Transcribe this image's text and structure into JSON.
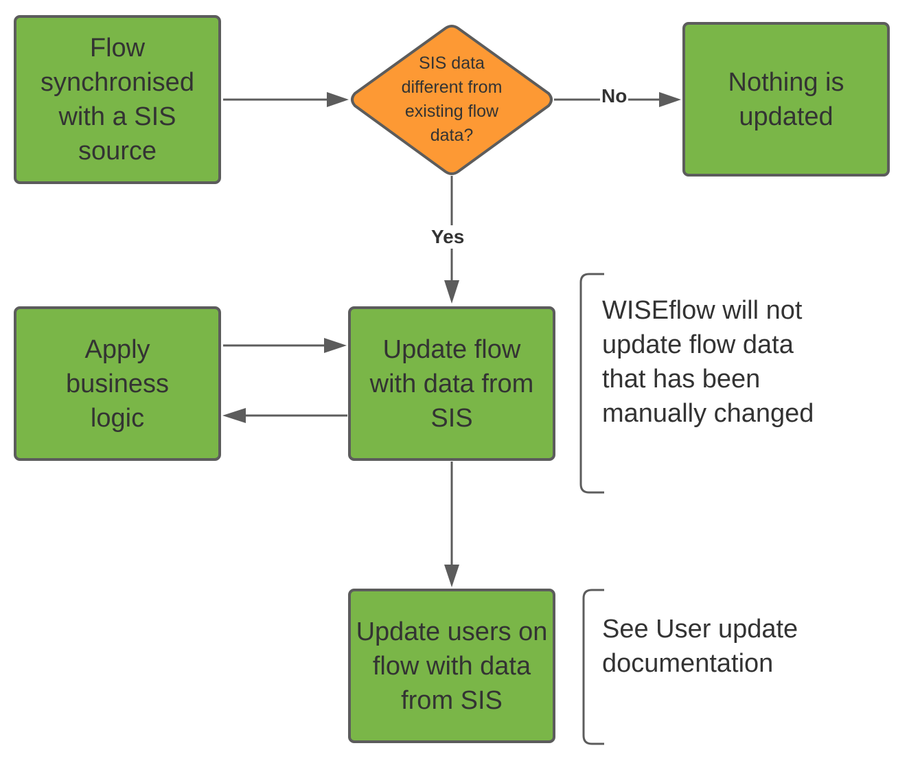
{
  "colors": {
    "process_fill": "#7ab648",
    "decision_fill": "#fd9934",
    "stroke": "#5c5c5c",
    "text": "#333333",
    "background": "#ffffff"
  },
  "nodes": {
    "flow_sync": {
      "text": "Flow synchronised with a SIS source"
    },
    "decision": {
      "text": "SIS data different from existing flow data?"
    },
    "nothing_updated": {
      "text": "Nothing is updated"
    },
    "apply_logic": {
      "text": "Apply business logic"
    },
    "update_flow": {
      "text": "Update flow with data from SIS"
    },
    "update_users": {
      "text": "Update users on flow with data from SIS"
    }
  },
  "edges": {
    "no_label": "No",
    "yes_label": "Yes"
  },
  "notes": {
    "manual_change": "WISEflow will not update flow data that has been manually changed",
    "user_docs": "See User update documentation"
  }
}
